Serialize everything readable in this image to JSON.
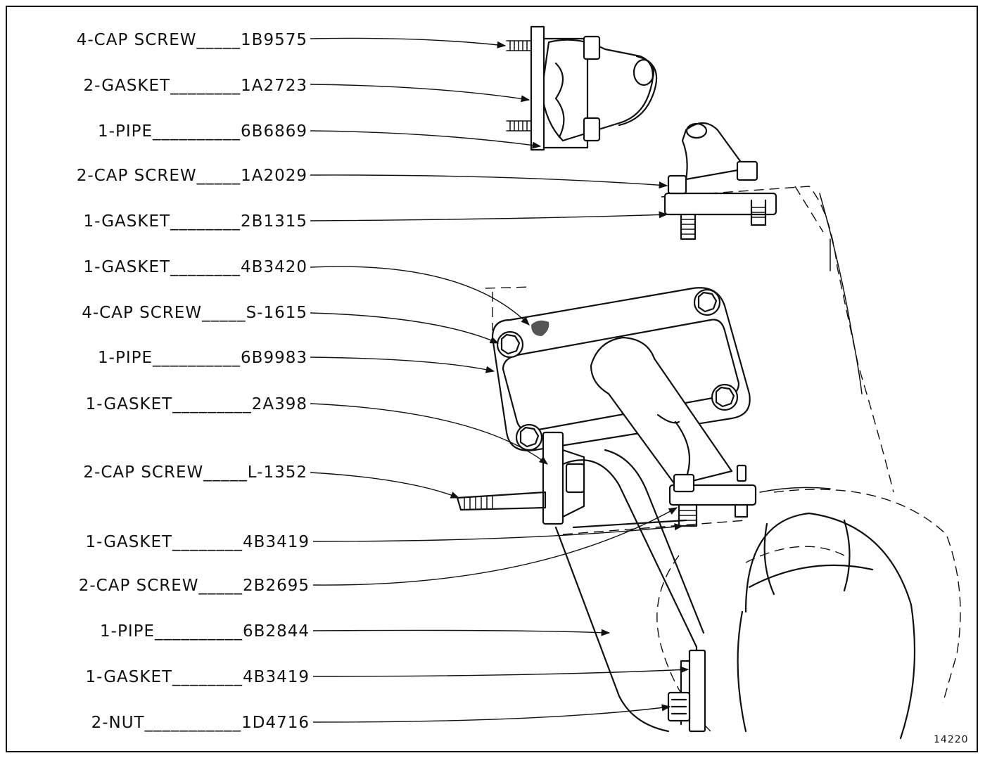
{
  "figure_number": "14220",
  "callouts": [
    {
      "qty": "4",
      "part": "CAP SCREW",
      "number": "1B9575"
    },
    {
      "qty": "2",
      "part": "GASKET",
      "number": "1A2723"
    },
    {
      "qty": "1",
      "part": "PIPE",
      "number": "6B6869"
    },
    {
      "qty": "2",
      "part": "CAP SCREW",
      "number": "1A2029"
    },
    {
      "qty": "1",
      "part": "GASKET",
      "number": "2B1315"
    },
    {
      "qty": "1",
      "part": "GASKET",
      "number": "4B3420"
    },
    {
      "qty": "4",
      "part": "CAP SCREW",
      "number": "S-1615"
    },
    {
      "qty": "1",
      "part": "PIPE",
      "number": "6B9983"
    },
    {
      "qty": "1",
      "part": "GASKET",
      "number": "2A398"
    },
    {
      "qty": "2",
      "part": "CAP SCREW",
      "number": "L-1352"
    },
    {
      "qty": "1",
      "part": "GASKET",
      "number": "4B3419"
    },
    {
      "qty": "2",
      "part": "CAP SCREW",
      "number": "2B2695"
    },
    {
      "qty": "1",
      "part": "PIPE",
      "number": "6B2844"
    },
    {
      "qty": "1",
      "part": "GASKET",
      "number": "4B3419"
    },
    {
      "qty": "2",
      "part": "NUT",
      "number": "1D4716"
    }
  ]
}
